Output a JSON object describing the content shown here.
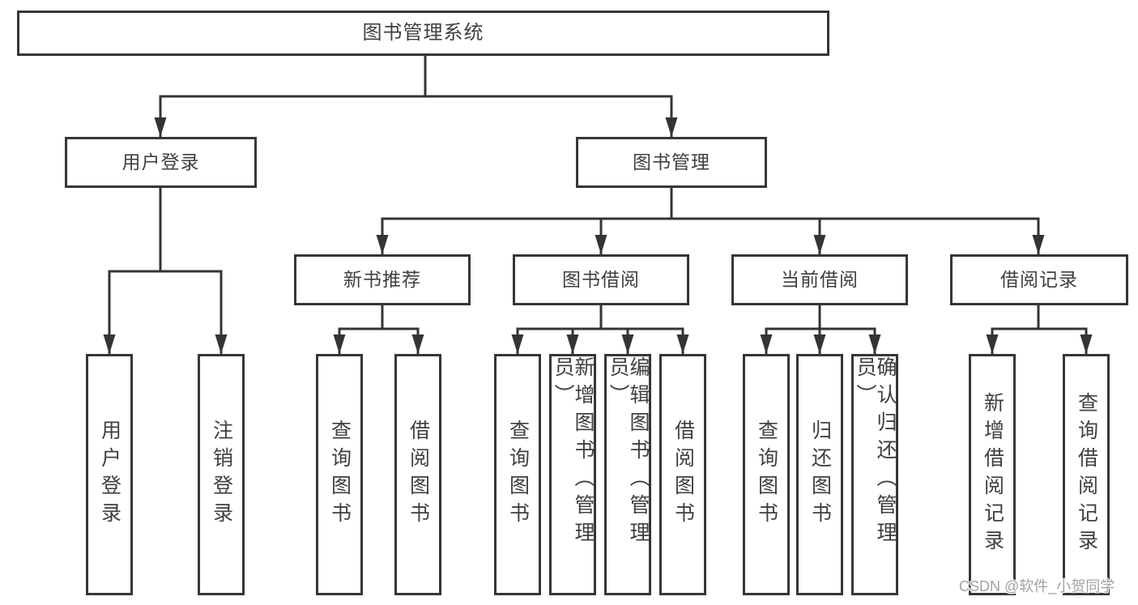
{
  "diagram_title": "图书管理系统",
  "nodes": {
    "root": {
      "label": "图书管理系统"
    },
    "user_login": {
      "label": "用户登录"
    },
    "book_mgmt": {
      "label": "图书管理"
    },
    "new_book_rec": {
      "label": "新书推荐"
    },
    "book_borrow": {
      "label": "图书借阅"
    },
    "current_borrow": {
      "label": "当前借阅"
    },
    "borrow_records": {
      "label": "借阅记录"
    },
    "leaf_user_login": {
      "label": "用户登录"
    },
    "leaf_logout": {
      "label": "注销登录"
    },
    "leaf_query_book_1": {
      "label": "查询图书"
    },
    "leaf_borrow_book_1": {
      "label": "借阅图书"
    },
    "leaf_query_book_2": {
      "label": "查询图书"
    },
    "leaf_add_book": {
      "label": "新增图书（管理员）"
    },
    "leaf_edit_book": {
      "label": "编辑图书（管理员）"
    },
    "leaf_borrow_book_2": {
      "label": "借阅图书"
    },
    "leaf_query_book_3": {
      "label": "查询图书"
    },
    "leaf_return_book": {
      "label": "归还图书"
    },
    "leaf_confirm_return": {
      "label": "确认归还（管理员）"
    },
    "leaf_add_record": {
      "label": "新增借阅记录"
    },
    "leaf_query_record": {
      "label": "查询借阅记录"
    }
  },
  "hierarchy": {
    "图书管理系统": {
      "用户登录": [
        "用户登录",
        "注销登录"
      ],
      "图书管理": {
        "新书推荐": [
          "查询图书",
          "借阅图书"
        ],
        "图书借阅": [
          "查询图书",
          "新增图书（管理员）",
          "编辑图书（管理员）",
          "借阅图书"
        ],
        "当前借阅": [
          "查询图书",
          "归还图书",
          "确认归还（管理员）"
        ],
        "借阅记录": [
          "新增借阅记录",
          "查询借阅记录"
        ]
      }
    }
  },
  "watermark": {
    "text": "CSDN @软件_小贺同学"
  },
  "colors": {
    "line": "#343434",
    "border": "#363636",
    "text": "#3f3f3f",
    "background": "#ffffff",
    "watermark": "#a2a2a2"
  }
}
